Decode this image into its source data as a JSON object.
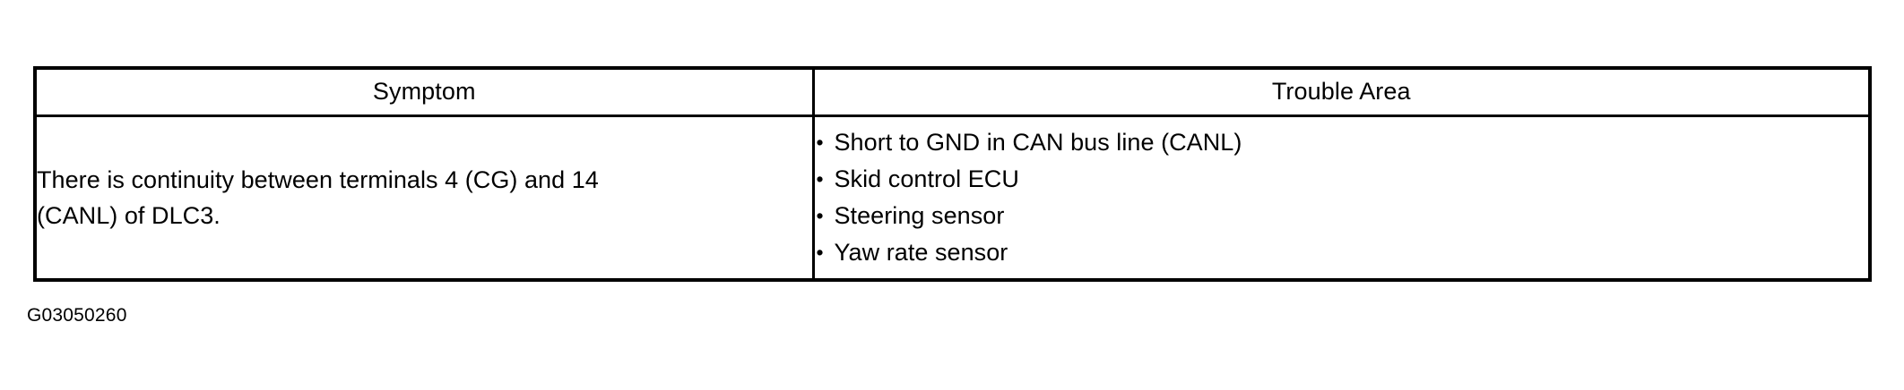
{
  "table": {
    "headers": {
      "symptom": "Symptom",
      "trouble_area": "Trouble Area"
    },
    "rows": [
      {
        "symptom_line_1": "There is continuity between terminals 4 (CG) and 14",
        "symptom_line_2": "(CANL) of DLC3.",
        "bullet_char": "•",
        "trouble_items": [
          "Short to GND in CAN bus line (CANL)",
          "Skid control ECU",
          "Steering sensor",
          "Yaw rate sensor"
        ]
      }
    ]
  },
  "caption": {
    "figure_id": "G03050260"
  },
  "colors": {
    "border": "#000000",
    "text": "#000000",
    "background": "#ffffff"
  }
}
